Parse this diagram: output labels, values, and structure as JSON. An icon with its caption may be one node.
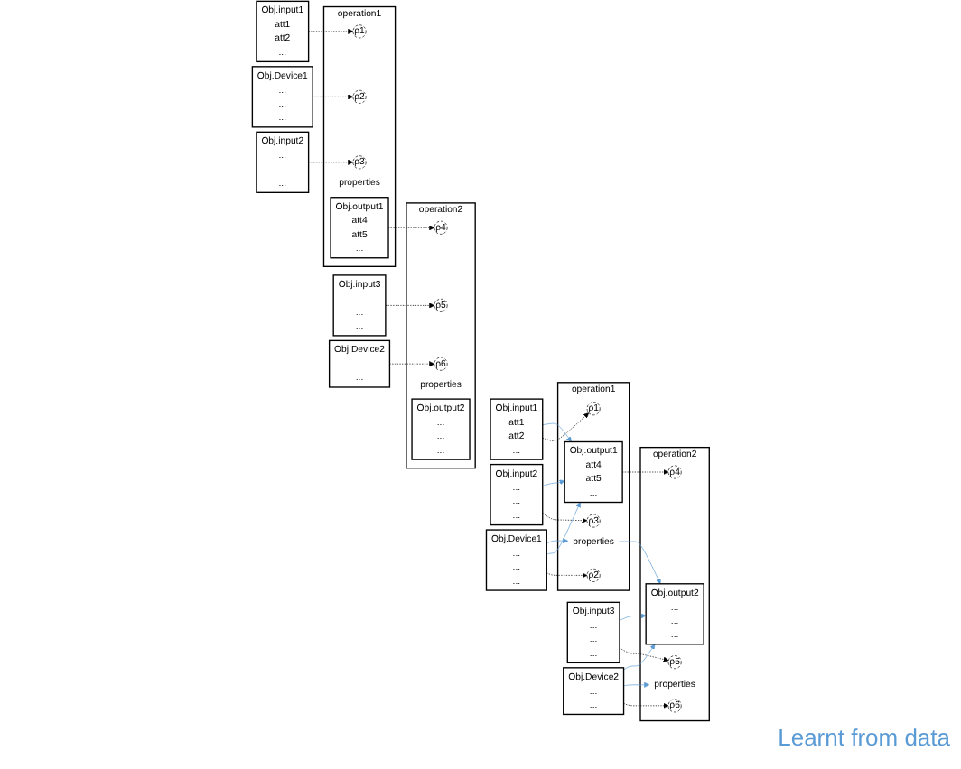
{
  "diagram": {
    "nodes": [
      {
        "text": [
          "Obj.input1",
          "att1",
          "att2",
          "..."
        ]
      },
      {
        "text": [
          "Obj.input2",
          "...",
          "...",
          "..."
        ]
      },
      {
        "text": [
          "Obj.Device1",
          "...",
          "...",
          "..."
        ]
      },
      {
        "text": [
          "operation1"
        ]
      },
      {
        "text": [
          "ρ1"
        ],
        "in": 3
      },
      {
        "text": [
          "ρ2"
        ],
        "in": 3
      },
      {
        "text": [
          "ρ3"
        ],
        "in": 3
      },
      {
        "text": [
          "properties"
        ],
        "in": 3
      },
      {
        "text": [
          "Obj.output1",
          "att4",
          "att5",
          "..."
        ],
        "in": 3
      },
      {
        "text": [
          "Obj.input3",
          "...",
          "...",
          "..."
        ]
      },
      {
        "text": [
          "Obj.Device2",
          "...",
          "..."
        ]
      },
      {
        "text": [
          "operation2"
        ]
      },
      {
        "text": [
          "ρ4"
        ],
        "in": 11
      },
      {
        "text": [
          "ρ5"
        ],
        "in": 11
      },
      {
        "text": [
          "ρ6"
        ],
        "in": 11
      },
      {
        "text": [
          "properties"
        ],
        "in": 11
      },
      {
        "text": [
          "Obj.output2",
          "...",
          "...",
          "..."
        ],
        "in": 11
      },
      {
        "text": [
          "Obj.input1",
          "att1",
          "att2",
          "..."
        ]
      },
      {
        "text": [
          "Obj.input2",
          "...",
          "...",
          "..."
        ]
      },
      {
        "text": [
          "Obj.Device1",
          "...",
          "...",
          "..."
        ]
      },
      {
        "text": [
          "operation1"
        ]
      },
      {
        "text": [
          "ρ1"
        ],
        "in": 20
      },
      {
        "text": [
          "ρ2"
        ],
        "in": 20
      },
      {
        "text": [
          "ρ3"
        ],
        "in": 20
      },
      {
        "text": [
          "properties"
        ],
        "in": 20
      },
      {
        "text": [
          "Obj.output1",
          "att4",
          "att5",
          "..."
        ],
        "in": 20
      },
      {
        "text": [
          "Obj.input3",
          "...",
          "...",
          "..."
        ]
      },
      {
        "text": [
          "Obj.Device2",
          "...",
          "..."
        ]
      },
      {
        "text": [
          "operation2"
        ]
      },
      {
        "text": [
          "ρ4"
        ],
        "in": 28
      },
      {
        "text": [
          "ρ5"
        ],
        "in": 28
      },
      {
        "text": [
          "ρ6"
        ],
        "in": 28
      },
      {
        "text": [
          "properties"
        ],
        "in": 28
      },
      {
        "text": [
          "Obj.output2",
          "...",
          "...",
          "..."
        ],
        "in": 28
      }
    ],
    "edges": [
      {
        "from": 0,
        "to": 4,
        "arrow": "to",
        "style": "dashed"
      },
      {
        "from": 1,
        "to": 6,
        "arrow": "to",
        "style": "dashed"
      },
      {
        "from": 2,
        "to": 5,
        "arrow": "to",
        "style": "dashed"
      },
      {
        "from": 8,
        "to": 12,
        "arrow": "to",
        "style": "dashed"
      },
      {
        "from": 9,
        "to": 13,
        "arrow": "to",
        "style": "dashed"
      },
      {
        "from": 10,
        "to": 14,
        "arrow": "to",
        "style": "dashed"
      },
      {
        "from": 17,
        "to": 21,
        "arrow": "to",
        "style": "dashed"
      },
      {
        "from": 18,
        "to": 23,
        "arrow": "to",
        "style": "dashed"
      },
      {
        "from": 19,
        "to": 22,
        "arrow": "to",
        "style": "dashed"
      },
      {
        "from": 25,
        "to": 29,
        "arrow": "to",
        "style": "dashed"
      },
      {
        "from": 26,
        "to": 30,
        "arrow": "to",
        "style": "dashed"
      },
      {
        "from": 27,
        "to": 31,
        "arrow": "to",
        "style": "dashed"
      },
      {
        "from": 17,
        "to": 25,
        "arrow": "to",
        "color": "#5b9bd5"
      },
      {
        "from": 18,
        "to": 25,
        "arrow": "to",
        "color": "#5b9bd5"
      },
      {
        "from": 19,
        "to": 25,
        "arrow": "to",
        "color": "#5b9bd5"
      },
      {
        "from": 19,
        "to": 24,
        "arrow": "to",
        "color": "#5b9bd5"
      },
      {
        "from": 24,
        "to": 33,
        "arrow": "to",
        "color": "#5b9bd5"
      },
      {
        "from": 26,
        "to": 33,
        "arrow": "to",
        "color": "#5b9bd5"
      },
      {
        "from": 27,
        "to": 32,
        "arrow": "to",
        "color": "#5b9bd5"
      },
      {
        "from": 27,
        "to": 33,
        "arrow": "to",
        "color": "#5b9bd5"
      }
    ],
    "labels": [
      "Learnt from data"
    ]
  }
}
